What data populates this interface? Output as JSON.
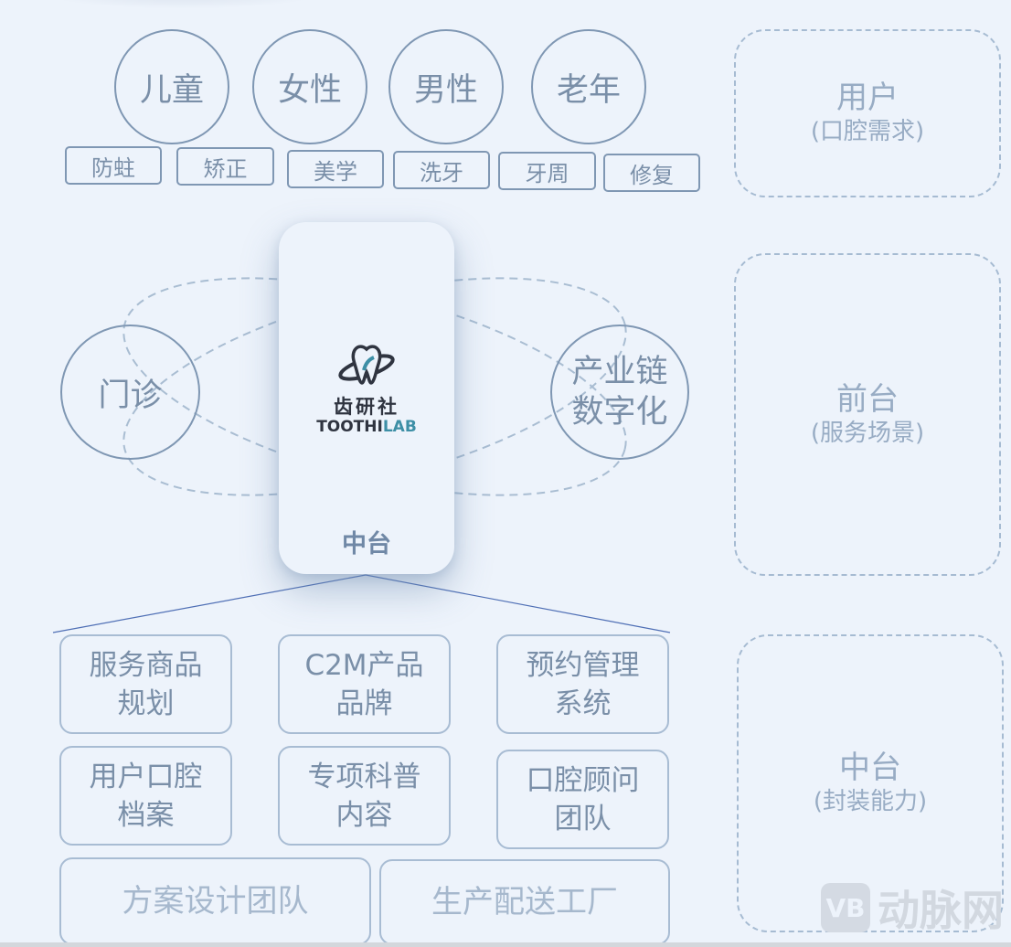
{
  "user_circles": [
    "儿童",
    "女性",
    "男性",
    "老年"
  ],
  "needs_tags": [
    "防蛀",
    "矫正",
    "美学",
    "洗牙",
    "牙周",
    "修复"
  ],
  "layers": [
    {
      "title": "用户",
      "subtitle": "(口腔需求)"
    },
    {
      "title": "前台",
      "subtitle": "(服务场景)"
    },
    {
      "title": "中台",
      "subtitle": "(封装能力)"
    }
  ],
  "scene_left": "门诊",
  "scene_right": "产业链\n数字化",
  "logo": {
    "cn": "齿研社",
    "en_main": "TOOTHI",
    "en_accent": "LAB",
    "icon": "tooth-planet-icon"
  },
  "center_label": "中台",
  "capabilities": [
    "服务商品\n规划",
    "C2M产品\n品牌",
    "预约管理\n系统",
    "用户口腔\n档案",
    "专项科普\n内容",
    "口腔顾问\n团队",
    "方案设计团队",
    "生产配送工厂"
  ],
  "watermark": {
    "badge": "VB",
    "text": "动脉网"
  }
}
